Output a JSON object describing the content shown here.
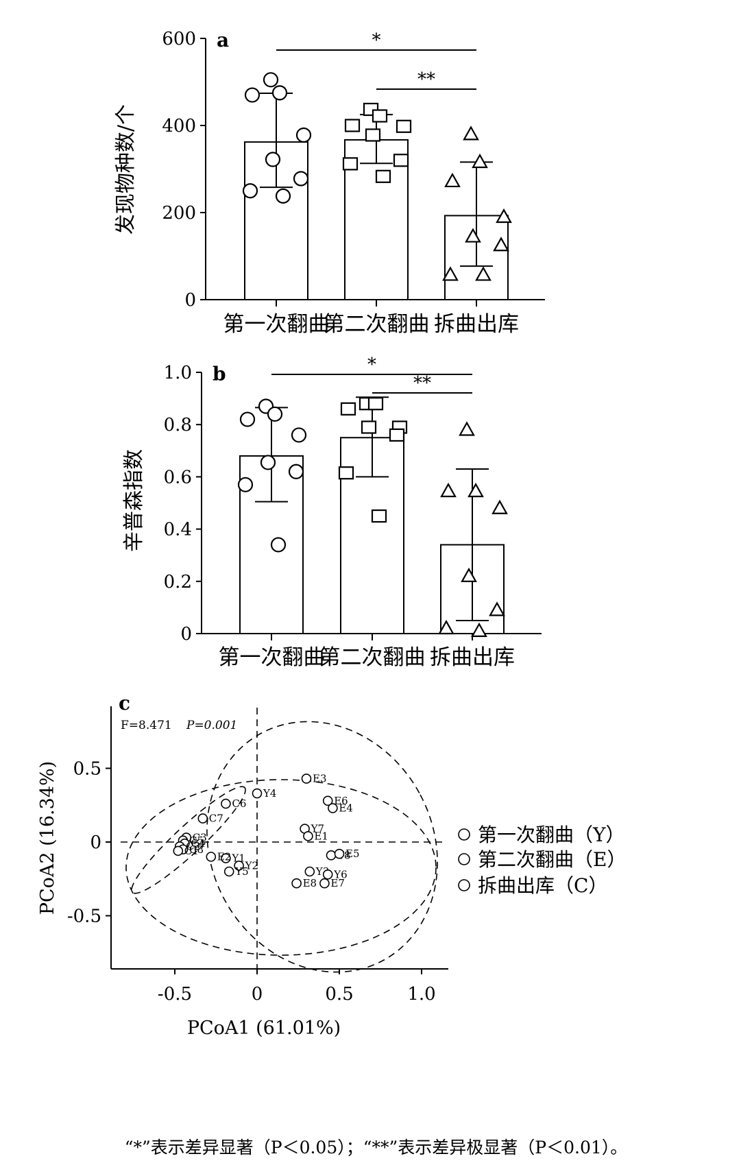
{
  "chart_data": [
    {
      "panel": "a",
      "type": "bar",
      "ylabel": "发现物种数/个",
      "categories": [
        "第一次翻曲",
        "第二次翻曲",
        "拆曲出库"
      ],
      "values": [
        362,
        367,
        193
      ],
      "errors": [
        [
          258,
          474
        ],
        [
          313,
          425
        ],
        [
          77,
          316
        ]
      ],
      "points": [
        [
          505,
          475,
          470,
          378,
          322,
          278,
          250,
          238
        ],
        [
          437,
          422,
          400,
          398,
          378,
          320,
          312,
          283
        ],
        [
          380,
          316,
          272,
          190,
          145,
          125,
          57,
          57
        ]
      ],
      "markers": [
        "circle",
        "square",
        "triangle"
      ],
      "ylim": [
        0,
        600
      ],
      "yticks": [
        "0",
        "200",
        "400",
        "600"
      ],
      "significance": [
        {
          "from": 0,
          "to": 2,
          "label": "*"
        },
        {
          "from": 1,
          "to": 2,
          "label": "**"
        }
      ]
    },
    {
      "panel": "b",
      "type": "bar",
      "ylabel": "辛普森指数",
      "categories": [
        "第一次翻曲",
        "第二次翻曲",
        "拆曲出库"
      ],
      "values": [
        0.68,
        0.75,
        0.34
      ],
      "errors": [
        [
          0.505,
          0.865
        ],
        [
          0.6,
          0.905
        ],
        [
          0.05,
          0.63
        ]
      ],
      "points": [
        [
          0.87,
          0.84,
          0.82,
          0.76,
          0.655,
          0.62,
          0.57,
          0.34
        ],
        [
          0.88,
          0.88,
          0.86,
          0.79,
          0.79,
          0.76,
          0.615,
          0.45
        ],
        [
          0.78,
          0.545,
          0.545,
          0.48,
          0.22,
          0.09,
          0.02,
          0.01
        ]
      ],
      "markers": [
        "circle",
        "square",
        "triangle"
      ],
      "ylim": [
        0,
        1.0
      ],
      "yticks": [
        "0",
        "0.2",
        "0.4",
        "0.6",
        "0.8",
        "1.0"
      ],
      "significance": [
        {
          "from": 0,
          "to": 2,
          "label": "*"
        },
        {
          "from": 1,
          "to": 2,
          "label": "**"
        }
      ]
    },
    {
      "panel": "c",
      "type": "scatter",
      "xlabel": "PCoA1 (61.01%)",
      "ylabel": "PCoA2 (16.34%)",
      "stat_text": "F=8.471",
      "stat_p": "P=0.001",
      "xlim": [
        -0.9,
        1.17
      ],
      "ylim": [
        -0.86,
        0.86
      ],
      "xticks": [
        "-0.5",
        "0",
        "0.5",
        "1.0"
      ],
      "yticks": [
        "-0.5",
        "0",
        "0.5"
      ],
      "series": [
        {
          "name": "第一次翻曲（Y）",
          "fill": "#ffffff",
          "points": [
            {
              "label": "Y4",
              "x": 0.0,
              "y": 0.33
            },
            {
              "label": "Y7",
              "x": 0.29,
              "y": 0.09
            },
            {
              "label": "Y8",
              "x": 0.45,
              "y": -0.09
            },
            {
              "label": "Y3",
              "x": 0.32,
              "y": -0.2
            },
            {
              "label": "Y6",
              "x": 0.43,
              "y": -0.22
            },
            {
              "label": "Y1",
              "x": -0.19,
              "y": -0.11
            },
            {
              "label": "Y2",
              "x": -0.11,
              "y": -0.16
            },
            {
              "label": "Y5",
              "x": -0.17,
              "y": -0.2
            }
          ]
        },
        {
          "name": "第二次翻曲（E）",
          "fill": "#999999",
          "points": [
            {
              "label": "E3",
              "x": 0.3,
              "y": 0.43
            },
            {
              "label": "E6",
              "x": 0.43,
              "y": 0.28
            },
            {
              "label": "E4",
              "x": 0.46,
              "y": 0.23
            },
            {
              "label": "E1",
              "x": 0.31,
              "y": 0.04
            },
            {
              "label": "E5",
              "x": 0.5,
              "y": -0.08
            },
            {
              "label": "E8",
              "x": 0.24,
              "y": -0.28
            },
            {
              "label": "E7",
              "x": 0.41,
              "y": -0.28
            },
            {
              "label": "E2",
              "x": -0.28,
              "y": -0.1
            }
          ]
        },
        {
          "name": "拆曲出库（C）",
          "fill": "#000000",
          "points": [
            {
              "label": "C6",
              "x": -0.19,
              "y": 0.26
            },
            {
              "label": "C7",
              "x": -0.33,
              "y": 0.16
            },
            {
              "label": "C3",
              "x": -0.43,
              "y": 0.03
            },
            {
              "label": "C5",
              "x": -0.45,
              "y": 0.01
            },
            {
              "label": "C4",
              "x": -0.44,
              "y": -0.01
            },
            {
              "label": "C2",
              "x": -0.47,
              "y": -0.03
            },
            {
              "label": "C8",
              "x": -0.45,
              "y": -0.05
            },
            {
              "label": "C1",
              "x": -0.48,
              "y": -0.06
            }
          ]
        }
      ]
    }
  ],
  "caption": "“*”表示差异显著（P＜0.05）；“**”表示差异极显著（P＜0.01）。"
}
